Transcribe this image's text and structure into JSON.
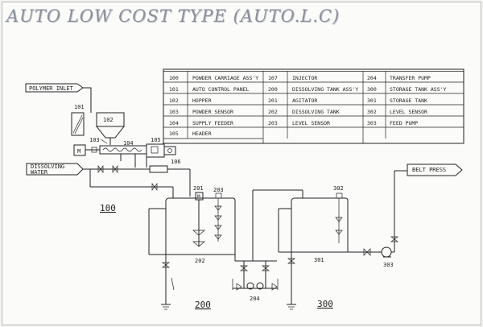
{
  "title": "AUTO LOW COST TYPE (AUTO.L.C)",
  "legend": {
    "col1": [
      {
        "code": "100",
        "name": "POWDER CARRIAGE ASS'Y"
      },
      {
        "code": "101",
        "name": "AUTO CONTROL PANEL"
      },
      {
        "code": "102",
        "name": "HOPPER"
      },
      {
        "code": "103",
        "name": "POWDER SENSOR"
      },
      {
        "code": "104",
        "name": "SUPPLY FEEDER"
      },
      {
        "code": "105",
        "name": "HEADER"
      }
    ],
    "col2": [
      {
        "code": "107",
        "name": "INJECTOR"
      },
      {
        "code": "200",
        "name": "DISSOLVING TANK ASS'Y"
      },
      {
        "code": "201",
        "name": "AGITATOR"
      },
      {
        "code": "202",
        "name": "DISSOLVING TANK"
      },
      {
        "code": "203",
        "name": "LEVEL SENSOR"
      }
    ],
    "col3": [
      {
        "code": "204",
        "name": "TRANSFER PUMP"
      },
      {
        "code": "300",
        "name": "STORAGE TANK ASS'Y"
      },
      {
        "code": "301",
        "name": "STORAGE TANK"
      },
      {
        "code": "302",
        "name": "LEVEL SENSOR"
      },
      {
        "code": "303",
        "name": "FEED PUMP"
      }
    ]
  },
  "arrows": {
    "polymer_inlet": "POLYMER INLET",
    "dissolving_water": [
      "DISSOLVING",
      "WATER"
    ],
    "belt_press": "BELT PRESS"
  },
  "labels": {
    "n101": "101",
    "n102": "102",
    "n103": "103",
    "n104": "104",
    "n105": "105",
    "n106": "106",
    "n201": "201",
    "n202": "202",
    "n203": "203",
    "n204": "204",
    "n301": "301",
    "n302": "302",
    "n303": "303",
    "motor": "M",
    "agitator_m": "M"
  },
  "sections": {
    "s100": "100",
    "s200": "200",
    "s300": "300"
  }
}
